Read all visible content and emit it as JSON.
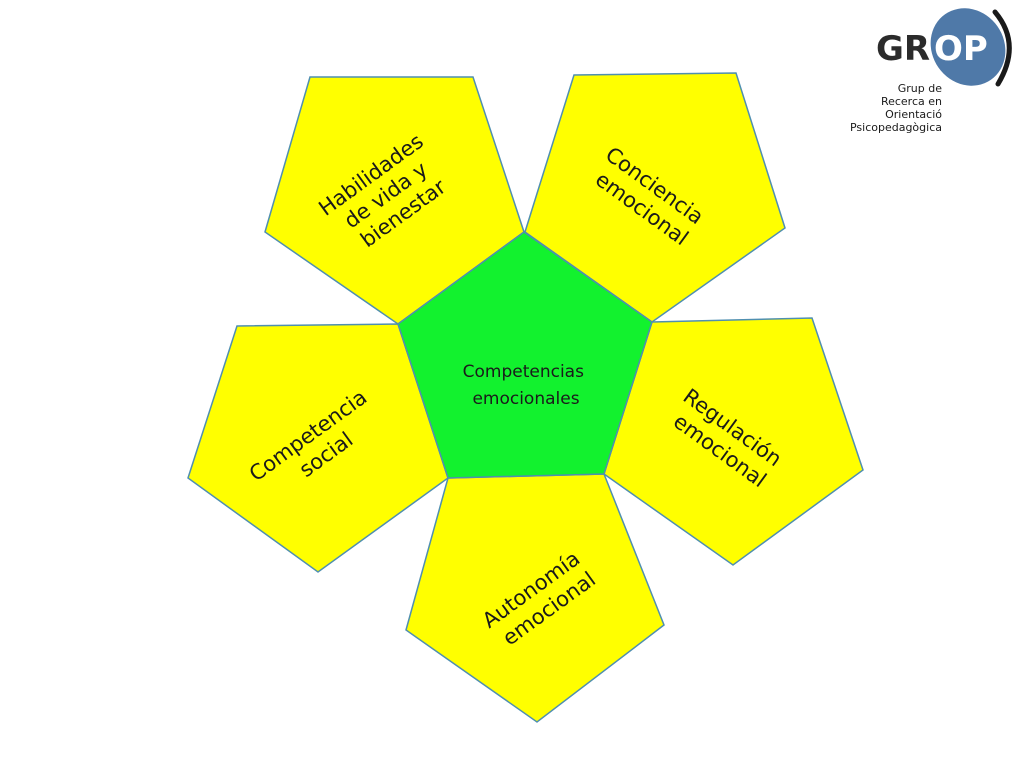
{
  "diagram": {
    "center": {
      "line1": "Competencias",
      "line2": "emocionales",
      "color": "#12f22e"
    },
    "petal_color": "#ffff00",
    "outline_color": "#4f8fb0",
    "petals": [
      {
        "lines": [
          "Habilidades",
          "de vida y",
          "bienestar"
        ]
      },
      {
        "lines": [
          "Conciencia",
          "emocional"
        ]
      },
      {
        "lines": [
          "Regulación",
          "emocional"
        ]
      },
      {
        "lines": [
          "Autonomía",
          "emocional"
        ]
      },
      {
        "lines": [
          "Competencia",
          "social"
        ]
      }
    ]
  },
  "logo": {
    "mark_text_gr": "GR",
    "mark_text_op": "OP",
    "line1": "Grup de",
    "line2": "Recerca en",
    "line3": "Orientació",
    "line4": "Psicopedagògica",
    "mark_color": "#4f79a8",
    "text_color": "#2b2b2b"
  }
}
